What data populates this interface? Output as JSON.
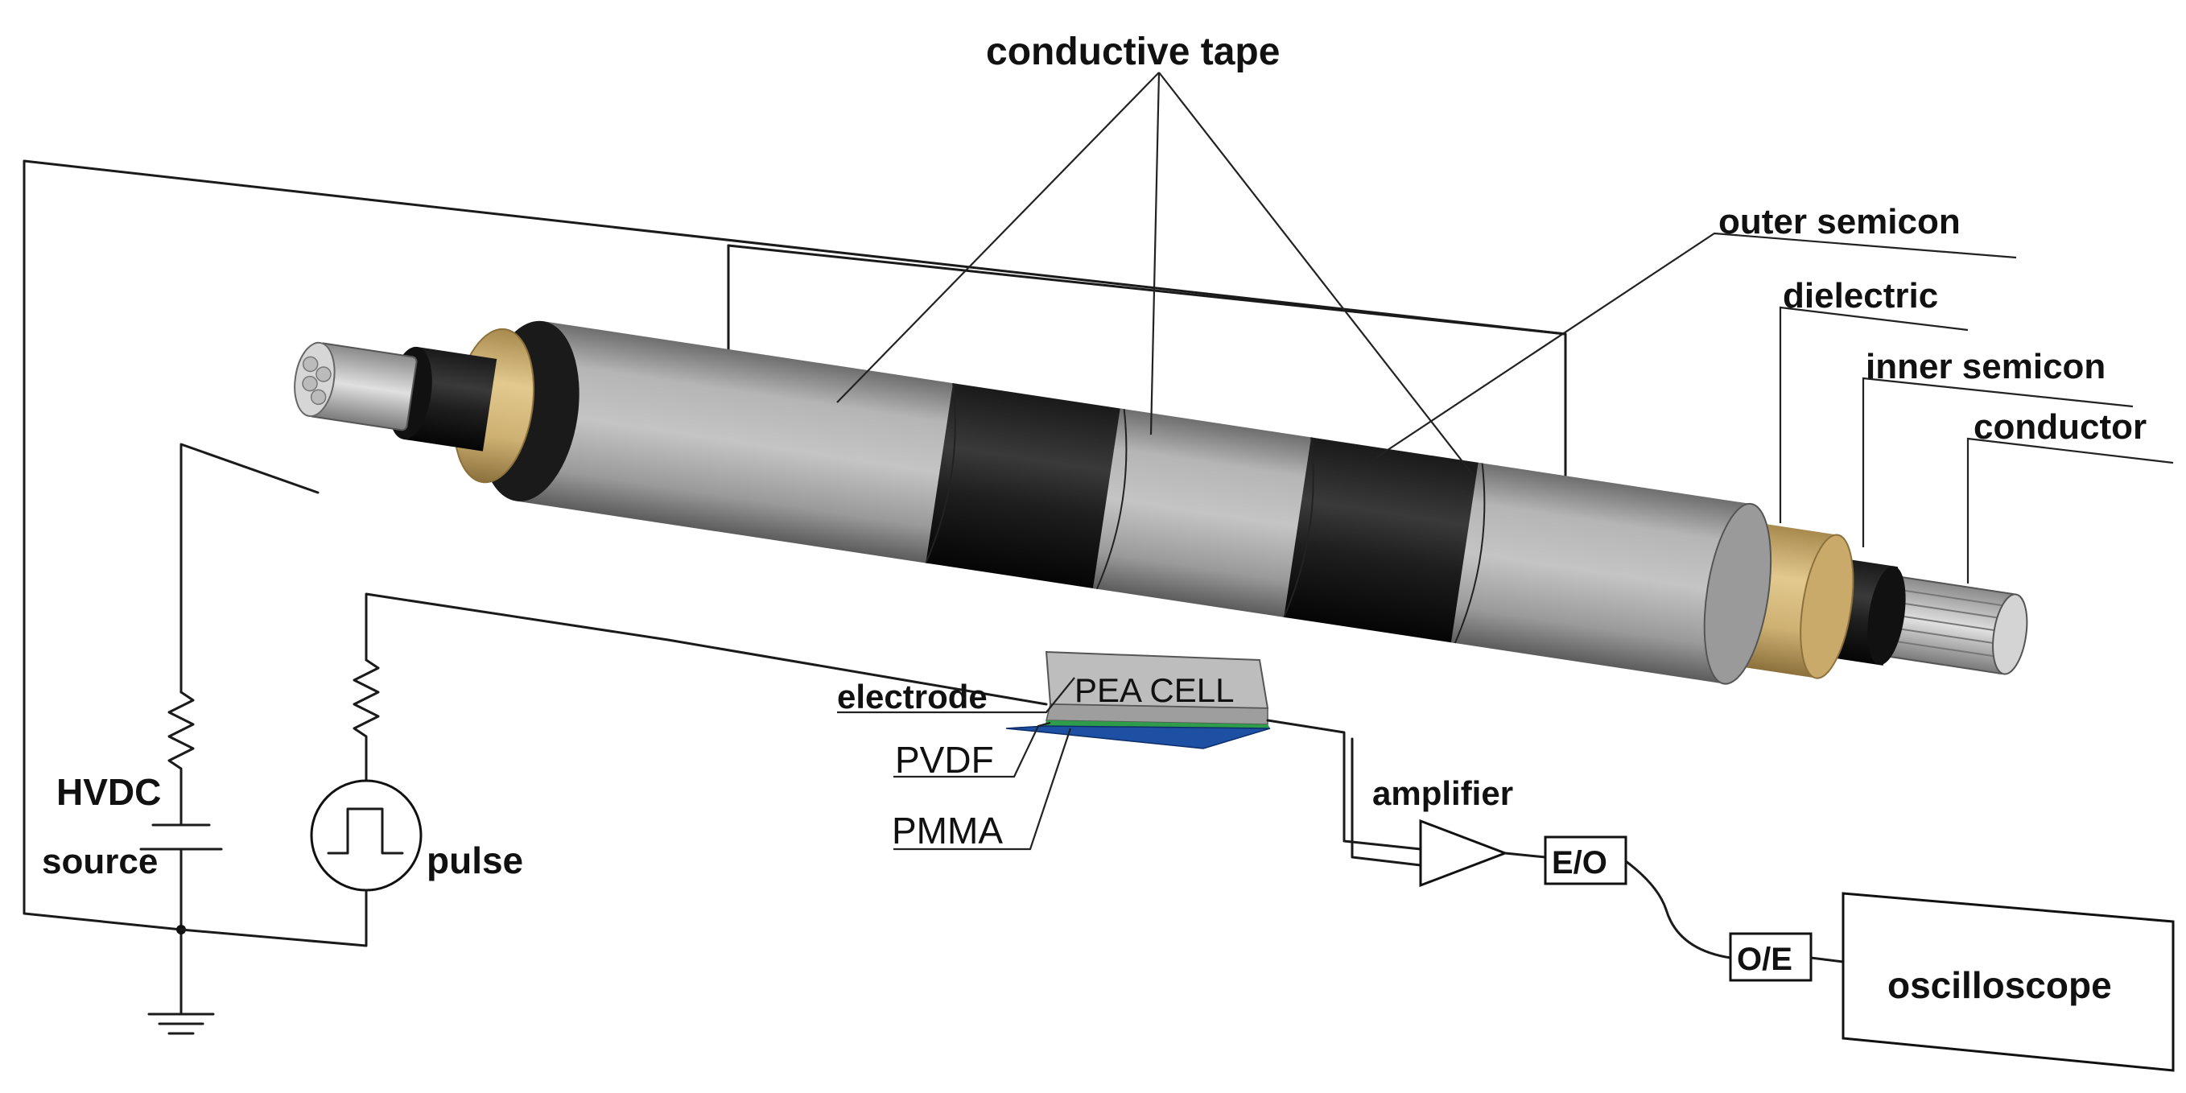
{
  "labels": {
    "conductive_tape": "conductive tape",
    "outer_semicon": "outer semicon",
    "dielectric": "dielectric",
    "inner_semicon": "inner semicon",
    "conductor": "conductor",
    "pea_cell": "PEA CELL",
    "electrode": "electrode",
    "pvdf": "PVDF",
    "pmma": "PMMA",
    "amplifier": "amplifier",
    "eo": "E/O",
    "oe": "O/E",
    "oscilloscope": "oscilloscope",
    "hvdc": "HVDC",
    "source": "source",
    "pulse": "pulse"
  },
  "colors": {
    "tape_gray": "#a9a9a9",
    "outer_semicon_black": "#111111",
    "dielectric_tan": "#d8b978",
    "conductor_silver": "#c8c8c8",
    "pea_electrode": "#b8b8b8",
    "pvdf_green": "#2e9c4a",
    "pmma_blue": "#1d4fa3"
  }
}
